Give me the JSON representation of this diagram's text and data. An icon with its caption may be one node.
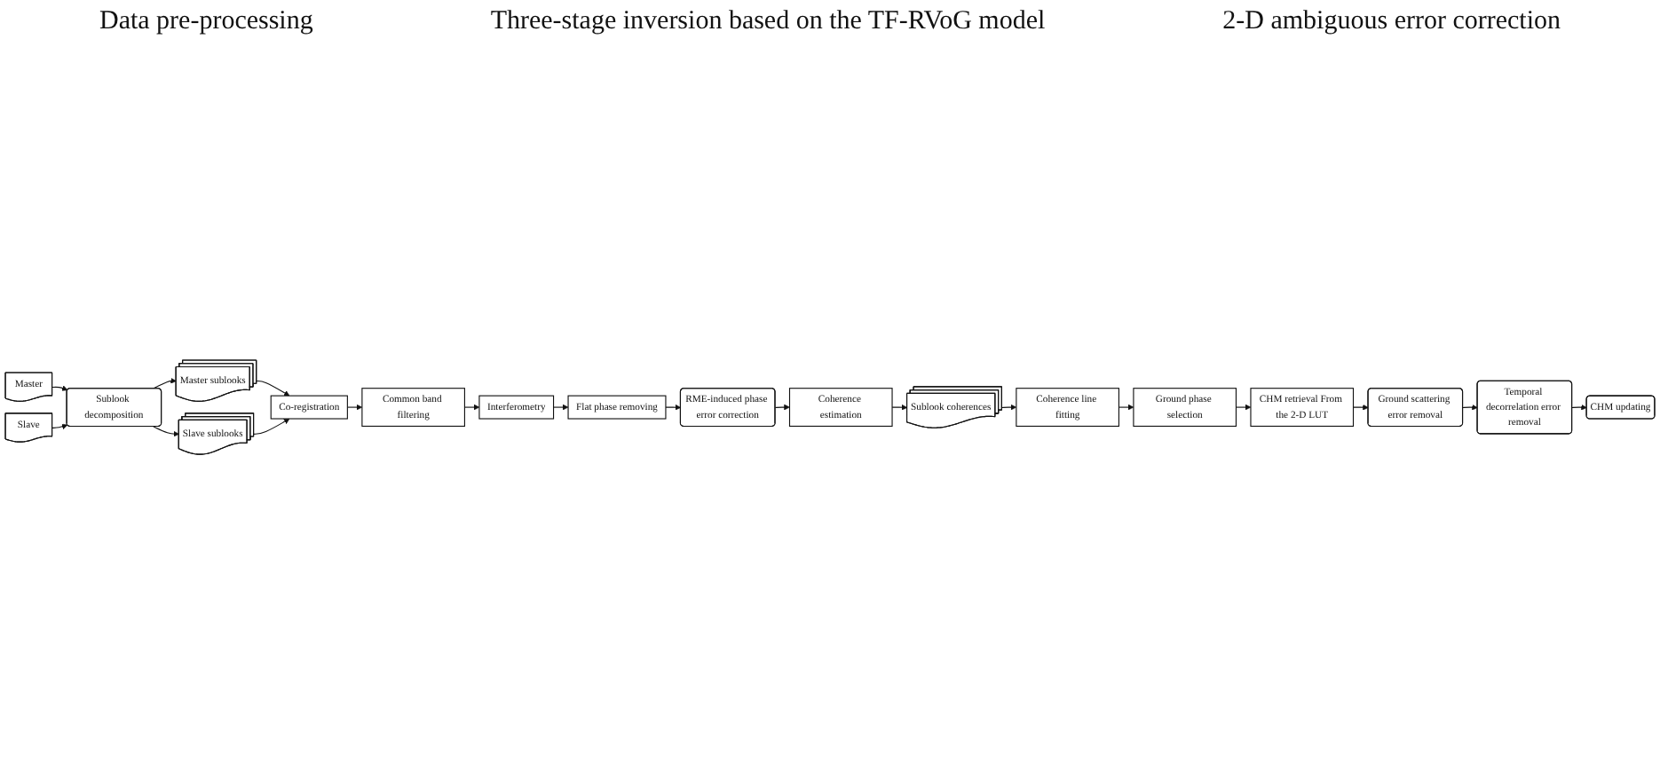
{
  "diagram": {
    "nodes": [
      {
        "text": [
          "Master"
        ]
      },
      {
        "text": [
          "Slave"
        ]
      },
      {
        "text": [
          "Sublook decomposition"
        ]
      },
      {
        "text": [
          "Master sublooks"
        ]
      },
      {
        "text": [
          "Slave sublooks"
        ]
      },
      {
        "text": [
          "Co-registration"
        ]
      },
      {
        "text": [
          "Common band filtering"
        ]
      },
      {
        "text": [
          "Interferometry"
        ]
      },
      {
        "text": [
          "Flat phase removing"
        ]
      },
      {
        "text": [
          "RME-induced phase error correction"
        ]
      },
      {
        "text": [
          "Coherence estimation"
        ]
      },
      {
        "text": [
          "Sublook coherences"
        ]
      },
      {
        "text": [
          "Coherence line fitting"
        ]
      },
      {
        "text": [
          "Ground phase selection"
        ]
      },
      {
        "text": [
          "CHM retrieval From the 2-D LUT"
        ]
      },
      {
        "text": [
          "Ground scattering error removal"
        ]
      },
      {
        "text": [
          "Temporal decorrelation error removal"
        ]
      },
      {
        "text": [
          "CHM updating"
        ]
      }
    ],
    "edges": [
      {
        "from": 0,
        "to": 2,
        "arrow": "to"
      },
      {
        "from": 1,
        "to": 2,
        "arrow": "to"
      },
      {
        "from": 2,
        "to": 3,
        "arrow": "to"
      },
      {
        "from": 2,
        "to": 4,
        "arrow": "to"
      },
      {
        "from": 3,
        "to": 5,
        "arrow": "to"
      },
      {
        "from": 4,
        "to": 5,
        "arrow": "to"
      },
      {
        "from": 5,
        "to": 6,
        "arrow": "to"
      },
      {
        "from": 6,
        "to": 7,
        "arrow": "to"
      },
      {
        "from": 7,
        "to": 8,
        "arrow": "to"
      },
      {
        "from": 8,
        "to": 9,
        "arrow": "to"
      },
      {
        "from": 9,
        "to": 10,
        "arrow": "to"
      },
      {
        "from": 10,
        "to": 11,
        "arrow": "to"
      },
      {
        "from": 11,
        "to": 12,
        "arrow": "to"
      },
      {
        "from": 12,
        "to": 13,
        "arrow": "to"
      },
      {
        "from": 13,
        "to": 14,
        "arrow": "to"
      },
      {
        "from": 14,
        "to": 15,
        "arrow": "to"
      },
      {
        "from": 15,
        "to": 16,
        "arrow": "to"
      },
      {
        "from": 16,
        "to": 17,
        "arrow": "to"
      }
    ],
    "labels": [
      "Data pre-processing",
      "Three-stage inversion based on the TF-RVoG model",
      "2-D ambiguous error correction"
    ]
  }
}
